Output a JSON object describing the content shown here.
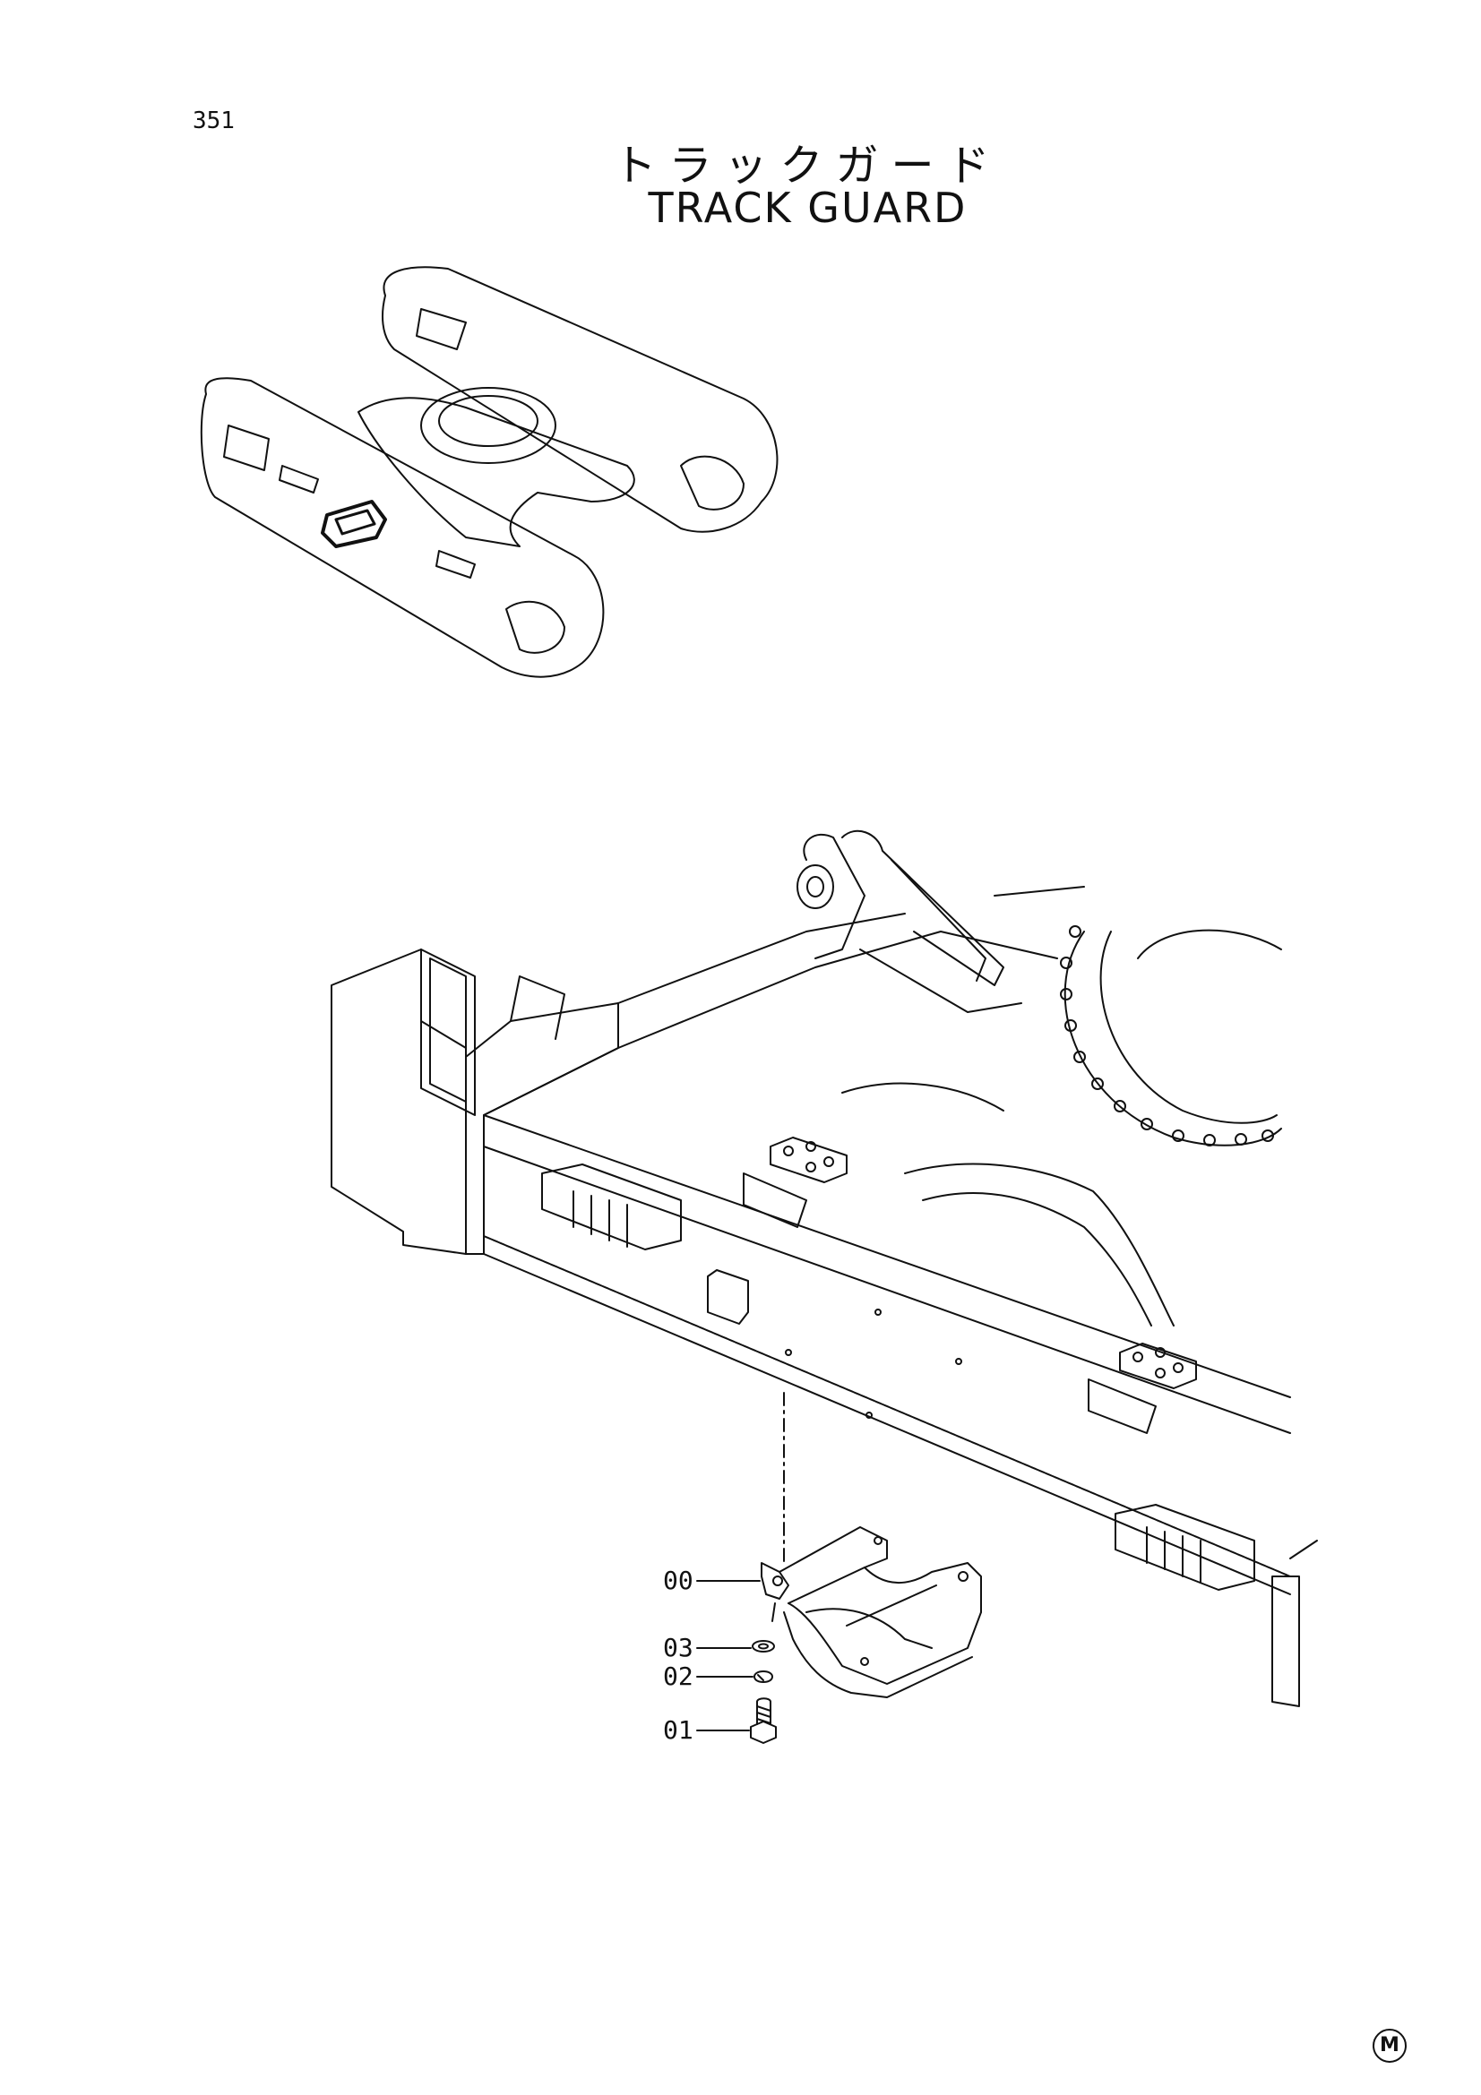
{
  "page": {
    "number": "351",
    "title_jp": "トラックガード",
    "title_en": "TRACK GUARD",
    "mark": "M"
  },
  "callouts": [
    {
      "id": "00",
      "label": "00"
    },
    {
      "id": "03",
      "label": "03"
    },
    {
      "id": "02",
      "label": "02"
    },
    {
      "id": "01",
      "label": "01"
    }
  ]
}
